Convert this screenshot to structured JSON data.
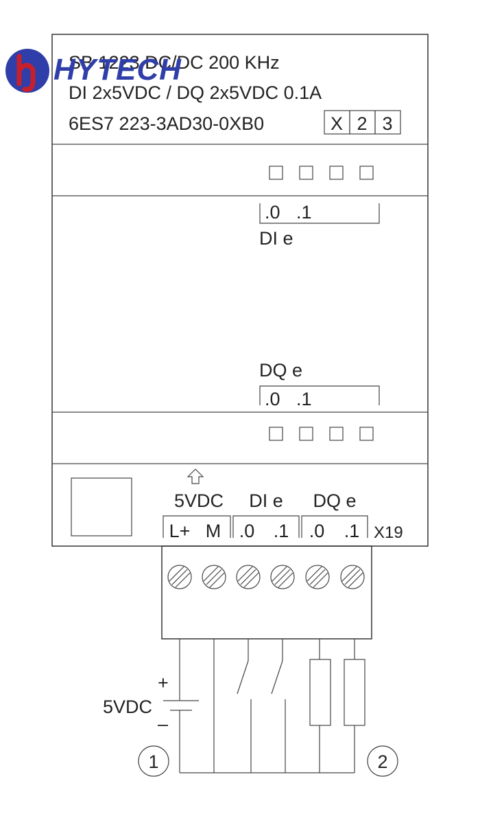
{
  "brand": {
    "logo_text": "HYTECH",
    "logo_mark": "hy",
    "colors": {
      "blue": "#2f3ea8",
      "red": "#c8202b"
    }
  },
  "module": {
    "title_line1": "SB 1223 DC/DC 200 KHz",
    "title_line2": "DI 2x5VDC / DQ 2x5VDC  0.1A",
    "order_number": "6ES7 223-3AD30-0XB0",
    "version_boxes": [
      "X",
      "2",
      "3"
    ],
    "di_addresses": [
      ".0",
      ".1"
    ],
    "di_label": "DI e",
    "dq_label": "DQ e",
    "dq_addresses": [
      ".0",
      ".1"
    ]
  },
  "terminal": {
    "group_5vdc": "5VDC",
    "group_di": "DI e",
    "group_dq": "DQ e",
    "pins": [
      "L+",
      "M",
      ".0",
      ".1",
      ".0",
      ".1"
    ],
    "connector_id": "X19"
  },
  "wiring": {
    "supply_label": "5VDC",
    "plus": "+",
    "minus": "–",
    "callout_1": "1",
    "callout_2": "2"
  }
}
